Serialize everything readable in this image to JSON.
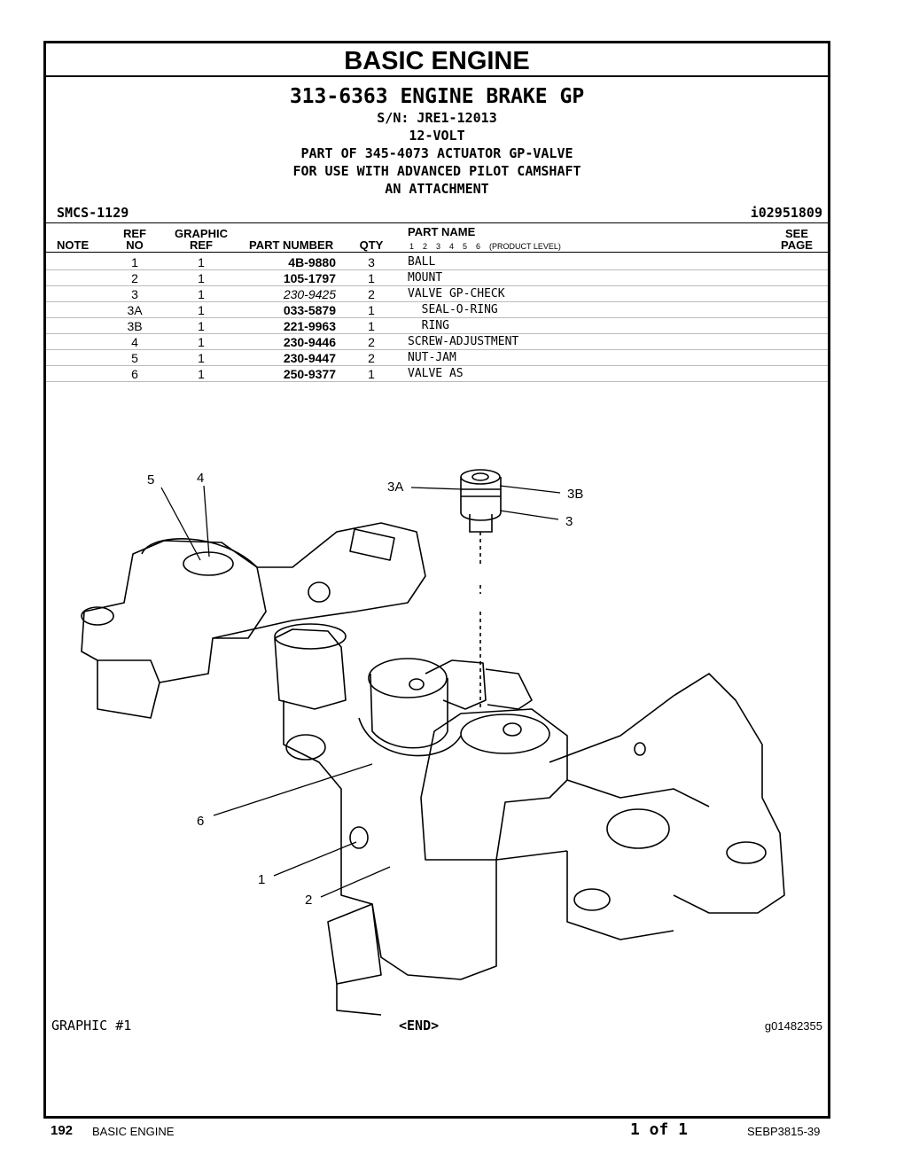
{
  "section_title": "BASIC ENGINE",
  "group": {
    "title": "313-6363 ENGINE BRAKE GP",
    "lines": [
      "S/N: JRE1-12013",
      "12-VOLT",
      "PART OF 345-4073 ACTUATOR GP-VALVE",
      "FOR USE WITH ADVANCED PILOT CAMSHAFT",
      "AN ATTACHMENT"
    ]
  },
  "smcs": "SMCS-1129",
  "illustration_id": "i02951809",
  "columns": {
    "note": "NOTE",
    "ref_top": "REF",
    "ref_bottom": "NO",
    "graphic_top": "GRAPHIC",
    "graphic_bottom": "REF",
    "part_number": "PART NUMBER",
    "qty": "QTY",
    "part_name": "PART NAME",
    "levels": "1    2    3    4    5    6    (PRODUCT LEVEL)",
    "see_top": "SEE",
    "see_bottom": "PAGE"
  },
  "parts": [
    {
      "ref": "1",
      "graphic": "1",
      "part_number": "4B-9880",
      "qty": "3",
      "name": "BALL"
    },
    {
      "ref": "2",
      "graphic": "1",
      "part_number": "105-1797",
      "qty": "1",
      "name": "MOUNT"
    },
    {
      "ref": "3",
      "graphic": "1",
      "part_number": "230-9425",
      "qty": "2",
      "name": "VALVE GP-CHECK"
    },
    {
      "ref": "3A",
      "graphic": "1",
      "part_number": "033-5879",
      "qty": "1",
      "name": "  SEAL-O-RING"
    },
    {
      "ref": "3B",
      "graphic": "1",
      "part_number": "221-9963",
      "qty": "1",
      "name": "  RING"
    },
    {
      "ref": "4",
      "graphic": "1",
      "part_number": "230-9446",
      "qty": "2",
      "name": "SCREW-ADJUSTMENT"
    },
    {
      "ref": "5",
      "graphic": "1",
      "part_number": "230-9447",
      "qty": "2",
      "name": "NUT-JAM"
    },
    {
      "ref": "6",
      "graphic": "1",
      "part_number": "250-9377",
      "qty": "1",
      "name": "VALVE AS"
    }
  ],
  "callouts": {
    "c5": "5",
    "c4": "4",
    "c3a": "3A",
    "c3b": "3B",
    "c3": "3",
    "c6": "6",
    "c1": "1",
    "c2": "2"
  },
  "graphic_label": "GRAPHIC #1",
  "end_label": "<END>",
  "graphic_id": "g01482355",
  "footer": {
    "page": "192",
    "section": "BASIC ENGINE",
    "page_of": "1 of 1",
    "doc": "SEBP3815-39"
  }
}
